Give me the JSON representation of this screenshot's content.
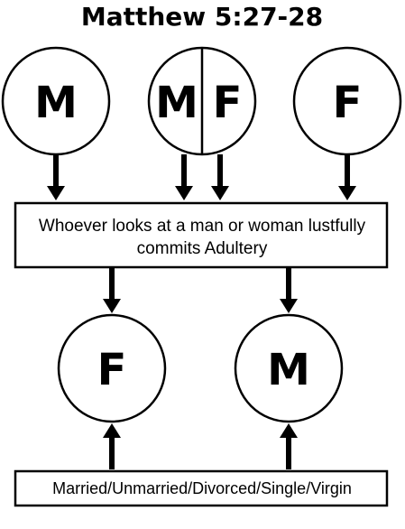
{
  "title": "Matthew 5:27-28",
  "top_circles": [
    {
      "letters": [
        "M"
      ]
    },
    {
      "letters": [
        "M",
        "F"
      ]
    },
    {
      "letters": [
        "F"
      ]
    }
  ],
  "statement_box": {
    "line1": "Whoever looks at a man or woman lustfully",
    "line2": "commits Adultery"
  },
  "bottom_circles": [
    {
      "letters": [
        "F"
      ]
    },
    {
      "letters": [
        "M"
      ]
    }
  ],
  "status_box": {
    "text": "Married/Unmarried/Divorced/Single/Virgin"
  }
}
